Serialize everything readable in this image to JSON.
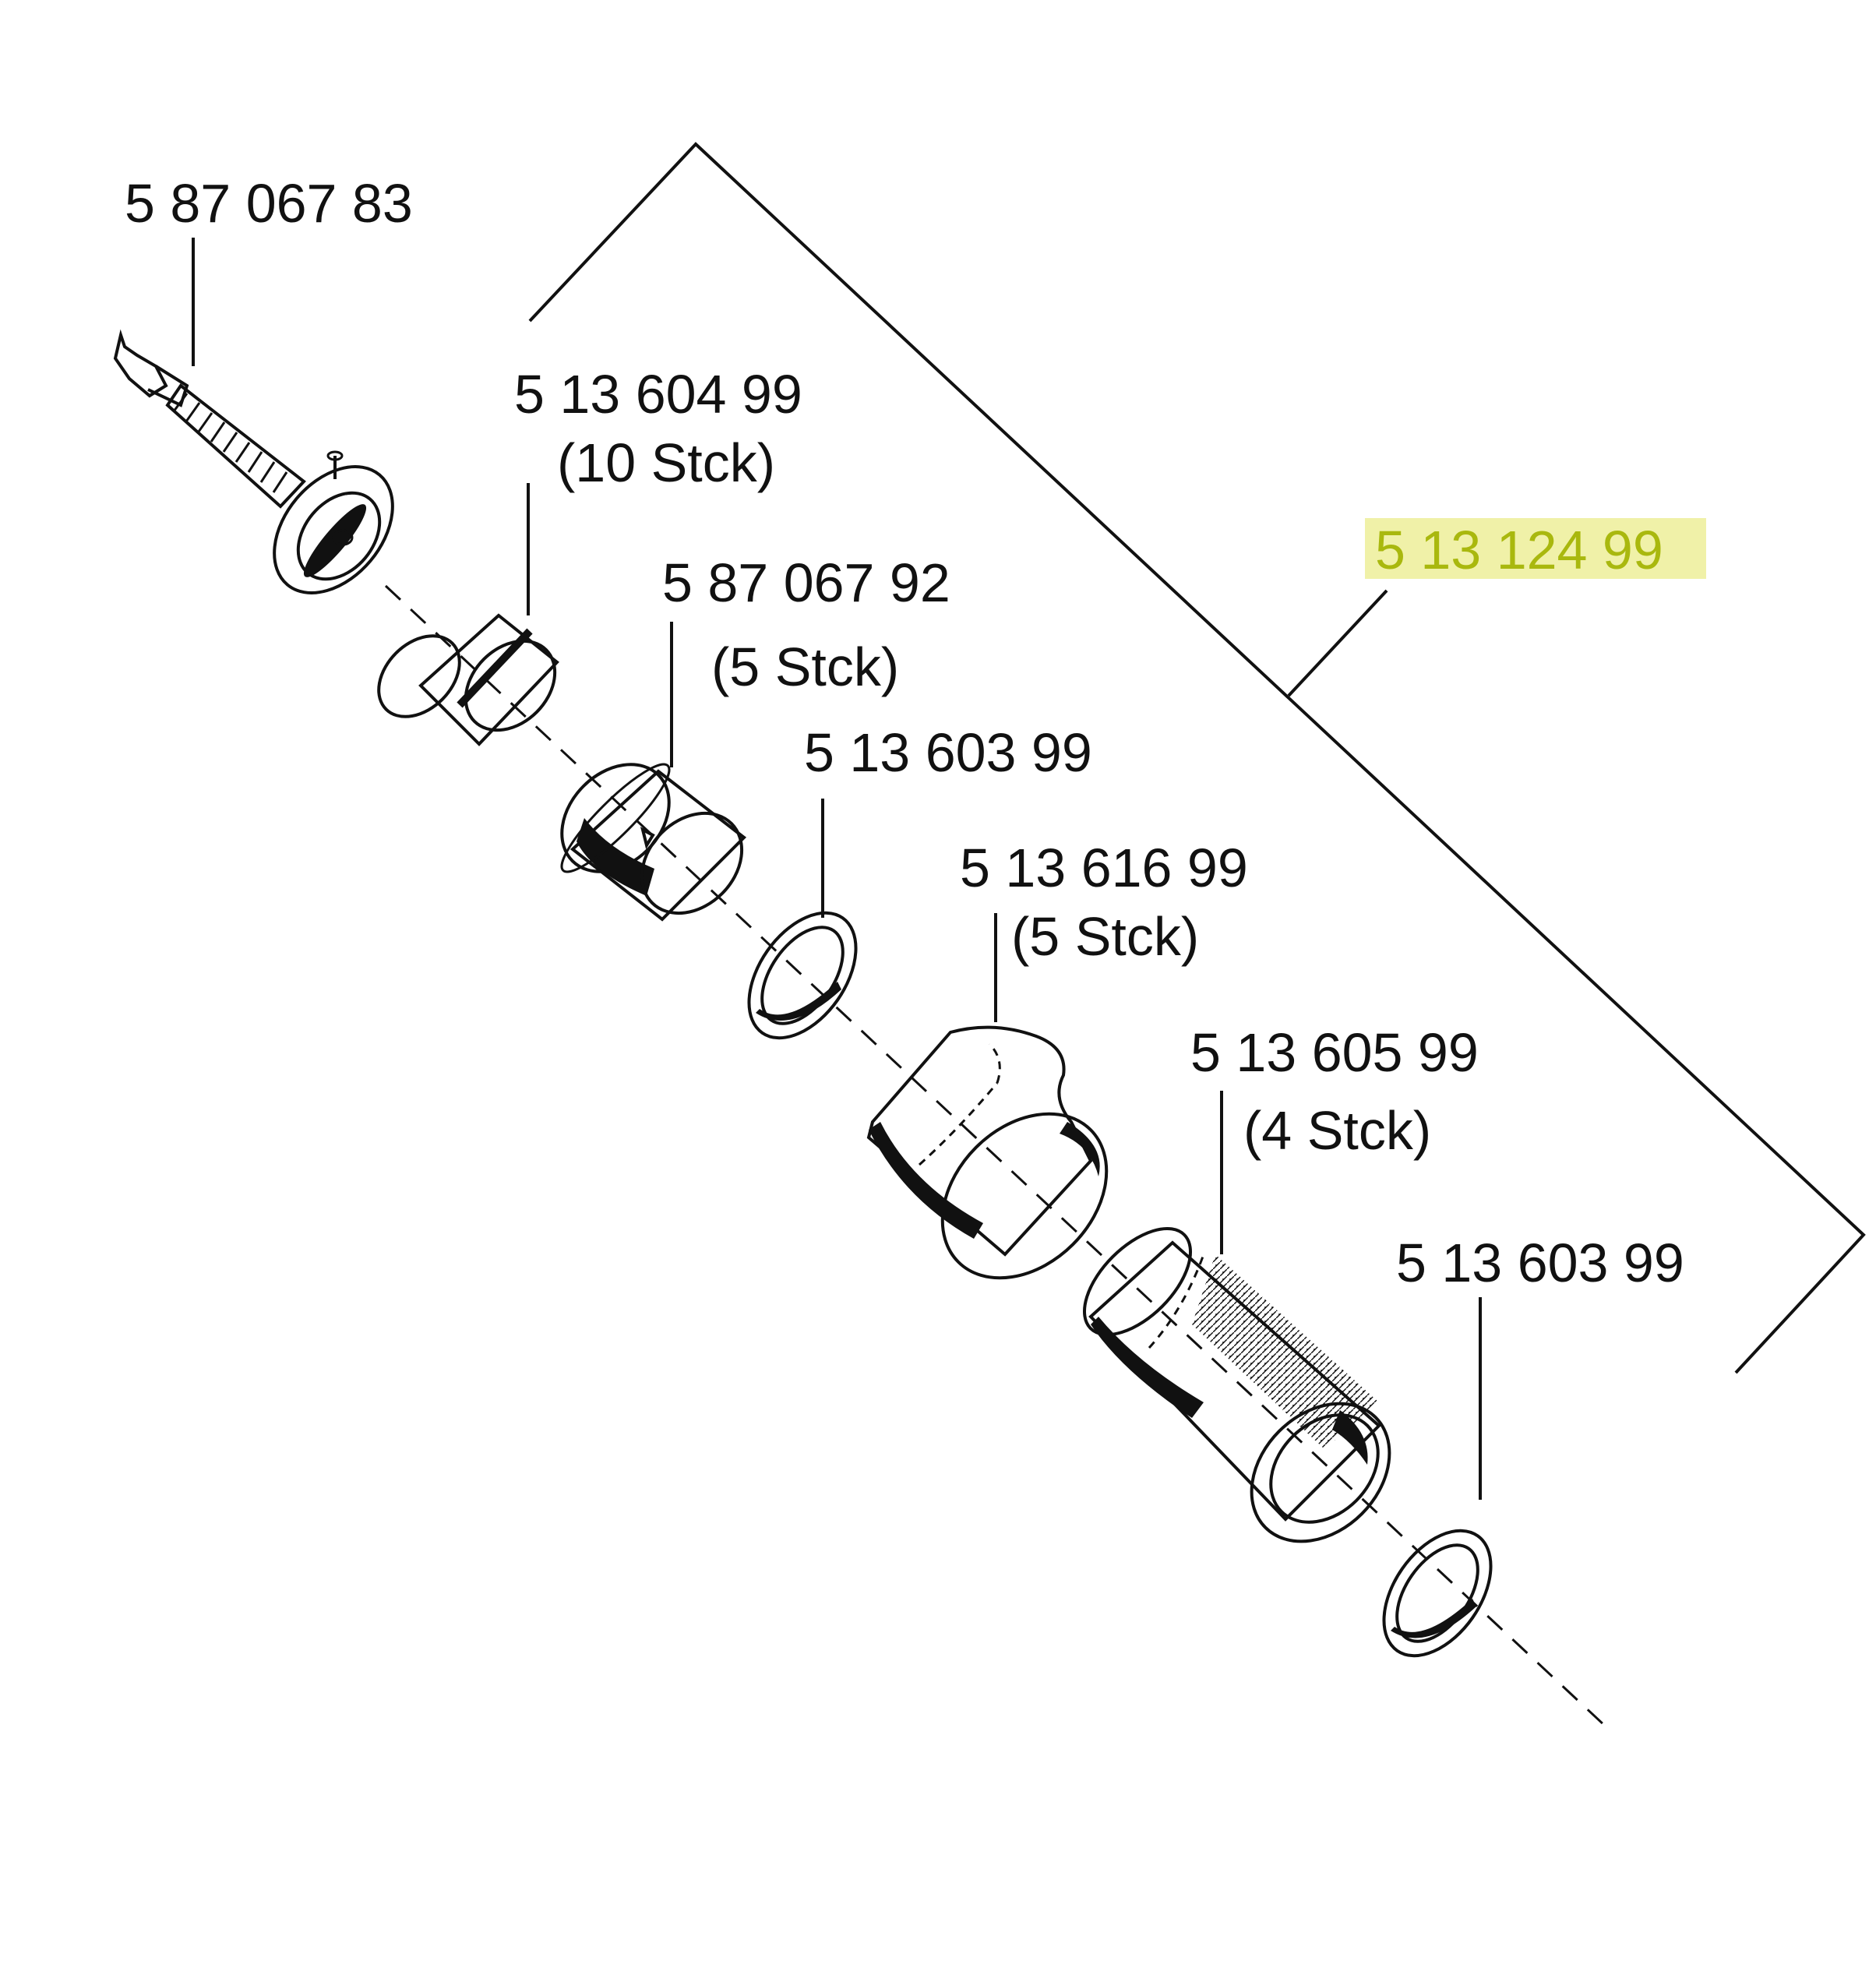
{
  "colors": {
    "ink": "#111111",
    "highlight_fill": "#f0f1a8",
    "highlight_text": "#a9b80e"
  },
  "parts": {
    "screw": {
      "number": "5 87 067 83"
    },
    "filter": {
      "number": "5 13 604 99",
      "qty": "(10   Stck)"
    },
    "cup": {
      "number": "5 87 067 92",
      "qty": "(5   Stck)"
    },
    "ring_1": {
      "number": "5 13 603 99"
    },
    "sleeve": {
      "number": "5 13 616  99",
      "qty": "(5   Stck)"
    },
    "tube": {
      "number": "5 13 605 99",
      "qty": "(4   Stck)"
    },
    "ring_2": {
      "number": "5 13 603 99"
    }
  },
  "kit": {
    "number": "5 13 124  99"
  }
}
